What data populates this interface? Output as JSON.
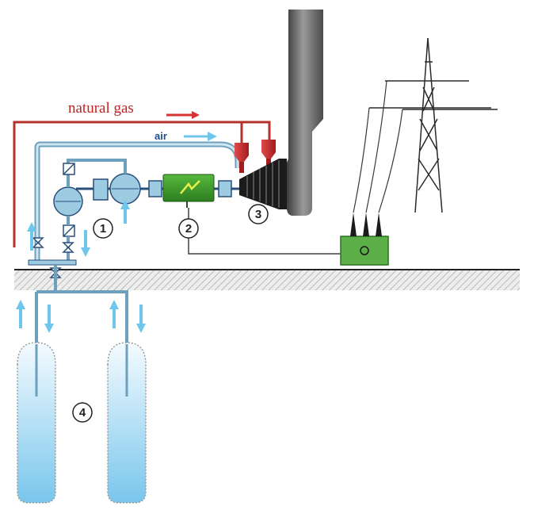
{
  "labels": {
    "natural_gas": "natural gas",
    "air": "air"
  },
  "markers": {
    "compressor": "1",
    "motor_generator": "2",
    "turbine": "3",
    "caverns": "4"
  },
  "colors": {
    "gas_line": "#b5312b",
    "air_line": "#8fb8d0",
    "arrow": "#6ec6ea",
    "equipment_blue": "#9ccbe2",
    "generator_green": "#3a9a2a",
    "transformer_green": "#5cae48",
    "burner_red": "#cc2b2b",
    "stack_gray": "#6d6d6d",
    "ground_hatch": "#c4c4c4",
    "cavern_fill": "#8fd1ef"
  },
  "icons": {
    "stack": "exhaust-stack-icon",
    "pylon": "power-pylon-icon",
    "transformer": "transformer-icon",
    "generator": "generator-icon",
    "compressor": "compressor-icon",
    "valve": "valve-icon",
    "cooler": "intercooler-icon"
  }
}
